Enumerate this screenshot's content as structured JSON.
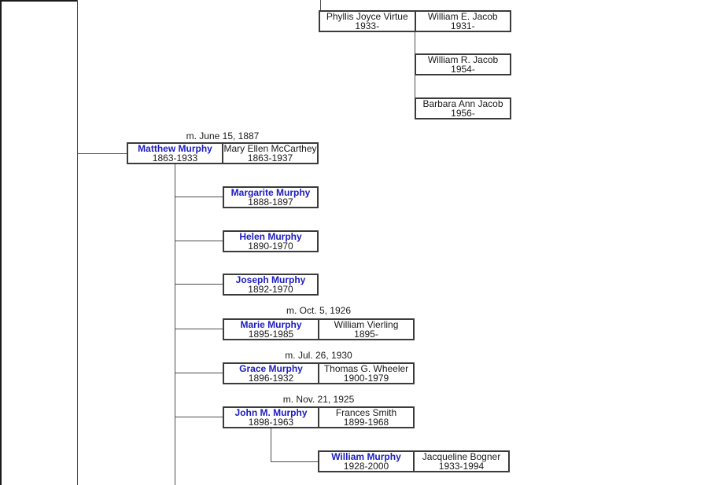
{
  "diagram": {
    "type": "family-tree-descendant-chart",
    "colors": {
      "background": "#ffffff",
      "primary_name": "#1c1cc0",
      "text": "#1a1a1a",
      "connector_line": "#4d4d4d",
      "box_border": "#3b3b3b"
    },
    "marriage_labels": {
      "matthew_mary": "m. June 15, 1887",
      "marie_william": "m. Oct. 5, 1926",
      "grace_thomas": "m. Jul. 26, 1930",
      "john_frances": "m. Nov. 21, 1925"
    },
    "boxes": {
      "virtue_jacob": {
        "left": {
          "name": "Phyllis Joyce Virtue",
          "dates": "1933-"
        },
        "right": {
          "name": "William E. Jacob",
          "dates": "1931-"
        }
      },
      "william_r_jacob": {
        "name": "William R. Jacob",
        "dates": "1954-"
      },
      "barbara_ann_jacob": {
        "name": "Barbara Ann Jacob",
        "dates": "1956-"
      },
      "matthew_mary": {
        "left": {
          "name": "Matthew Murphy",
          "dates": "1863-1933"
        },
        "right": {
          "name": "Mary Ellen McCarthey",
          "dates": "1863-1937"
        }
      },
      "margarite": {
        "name": "Margarite Murphy",
        "dates": "1888-1897"
      },
      "helen": {
        "name": "Helen Murphy",
        "dates": "1890-1970"
      },
      "joseph": {
        "name": "Joseph Murphy",
        "dates": "1892-1970"
      },
      "marie_william": {
        "left": {
          "name": "Marie Murphy",
          "dates": "1895-1985"
        },
        "right": {
          "name": "William Vierling",
          "dates": "1895-"
        }
      },
      "grace_thomas": {
        "left": {
          "name": "Grace Murphy",
          "dates": "1896-1932"
        },
        "right": {
          "name": "Thomas G. Wheeler",
          "dates": "1900-1979"
        }
      },
      "john_frances": {
        "left": {
          "name": "John M. Murphy",
          "dates": "1898-1963"
        },
        "right": {
          "name": "Frances Smith",
          "dates": "1899-1968"
        }
      },
      "william_jacqueline": {
        "left": {
          "name": "William Murphy",
          "dates": "1928-2000"
        },
        "right": {
          "name": "Jacqueline Bogner",
          "dates": "1933-1994"
        }
      }
    }
  }
}
